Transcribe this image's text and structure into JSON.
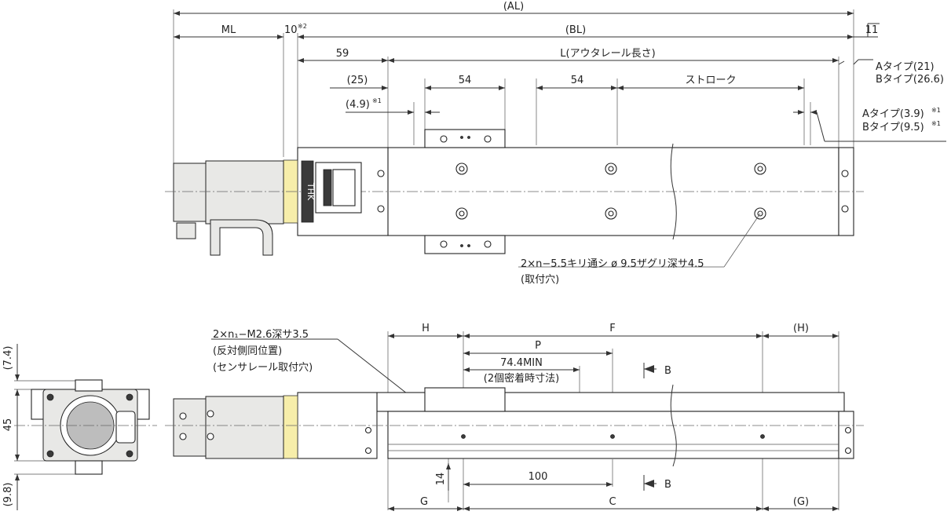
{
  "colors": {
    "line": "#333333",
    "motor_fill": "#e8e8e6",
    "coupling_yellow": "#f7eeaa",
    "background": "#ffffff"
  },
  "top_view": {
    "dims": {
      "al": "(AL)",
      "ml": "ML",
      "ten": "10",
      "note2": "※2",
      "bl": "(BL)",
      "eleven": "11",
      "fifty_nine": "59",
      "l_outer": "L(アウタレール長さ)",
      "a_type_21": "Aタイプ(21)",
      "b_type_266": "Bタイプ(26.6)",
      "p25": "(25)",
      "d54a": "54",
      "d54b": "54",
      "stroke": "ストローク",
      "d49": "(4.9)",
      "note1a": "※1",
      "a_type_39": "Aタイプ(3.9)",
      "note1b": "※1",
      "b_type_95": "Bタイプ(9.5)",
      "note1c": "※1"
    },
    "logo": "THK",
    "hole_note": "2×n−5.5キリ通シ ø 9.5ザグリ深サ4.5",
    "hole_note2": "(取付穴)"
  },
  "side_view": {
    "dims": {
      "h": "H",
      "f": "F",
      "h_paren": "(H)",
      "p": "P",
      "min": "74.4MIN",
      "min_note": "(2個密着時寸法)",
      "b_upper": "B",
      "b_lower": "B",
      "d14": "14",
      "d100": "100",
      "g": "G",
      "c": "C",
      "g_paren": "(G)"
    },
    "note1": "2×n₁−M2.6深サ3.5",
    "note2": "(反対側同位置)",
    "note3": "(センサレール取付穴)"
  },
  "end_view": {
    "dims": {
      "d74": "(7.4)",
      "d45": "45",
      "d98": "(9.8)"
    }
  }
}
